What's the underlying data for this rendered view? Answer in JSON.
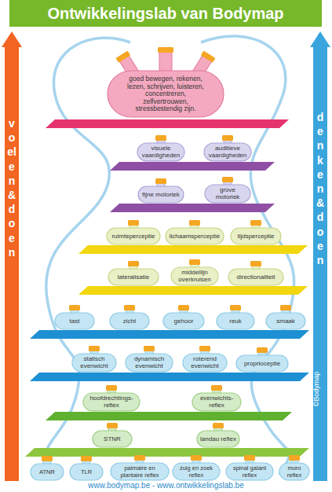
{
  "diagram": {
    "title": "Ontwikkelingslab van Bodymap",
    "nodes": [
      {
        "text": [
          "goed bewegen, rekenen, lezen, schrijven, luisteren, concentreren, zelfvertrouwen, stressbestendig zijn."
        ]
      },
      {
        "text": [
          "visuele vaardigheden"
        ]
      },
      {
        "text": [
          "auditieve vaardigheden"
        ]
      },
      {
        "text": [
          "fijne motoriek"
        ]
      },
      {
        "text": [
          "grove motoriek"
        ]
      },
      {
        "text": [
          "ruimteperceptie"
        ]
      },
      {
        "text": [
          "lichaamsperceptie"
        ]
      },
      {
        "text": [
          "tijdsperceptie"
        ]
      },
      {
        "text": [
          "lateralisatie"
        ]
      },
      {
        "text": [
          "middellijn overkruisen"
        ]
      },
      {
        "text": [
          "directionaliteit"
        ]
      },
      {
        "text": [
          "tast"
        ]
      },
      {
        "text": [
          "zicht"
        ]
      },
      {
        "text": [
          "gehoor"
        ]
      },
      {
        "text": [
          "reuk"
        ]
      },
      {
        "text": [
          "smaak"
        ]
      },
      {
        "text": [
          "statisch evenwicht"
        ]
      },
      {
        "text": [
          "dynamisch evenwicht"
        ]
      },
      {
        "text": [
          "roterend evenwicht"
        ]
      },
      {
        "text": [
          "proprioceptie"
        ]
      },
      {
        "text": [
          "hoofdrechtings- reflex"
        ]
      },
      {
        "text": [
          "evenwichts- reflex"
        ]
      },
      {
        "text": [
          "STNR"
        ]
      },
      {
        "text": [
          "landau reflex"
        ]
      },
      {
        "text": [
          "ATNR"
        ]
      },
      {
        "text": [
          "TLR"
        ]
      },
      {
        "text": [
          "palmaire en plantaire reflex"
        ]
      },
      {
        "text": [
          "zuig en zoek reflex"
        ]
      },
      {
        "text": [
          "spinal galant reflex"
        ]
      },
      {
        "text": [
          "moro reflex"
        ]
      }
    ],
    "labels": [
      "voelen & doen",
      "denken & doen",
      "©Bodymap",
      "www.bodymap.be - www.ontwikkelingslab.be"
    ]
  }
}
